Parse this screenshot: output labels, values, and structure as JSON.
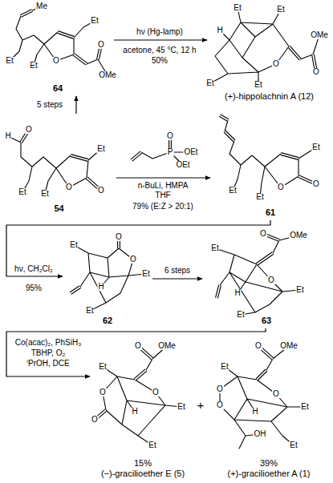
{
  "diagram": {
    "nodes": [
      {
        "text": [
          "64"
        ]
      },
      {
        "text": [
          "(+)-hippolachnin A (12)"
        ]
      },
      {
        "text": [
          "54"
        ]
      },
      {
        "text": [
          "61"
        ]
      },
      {
        "text": [
          "62"
        ]
      },
      {
        "text": [
          "63"
        ]
      },
      {
        "text": [
          "15%",
          "(−)-gracilioether E (5)"
        ]
      },
      {
        "text": [
          "39%",
          "(+)-gracilioether A (1)"
        ]
      }
    ],
    "edges": [
      {
        "from": 2,
        "to": 0,
        "arrow": "to",
        "label": "5 steps"
      },
      {
        "from": 0,
        "to": 1,
        "arrow": "to",
        "label": "hν (Hg-lamp)"
      },
      {
        "from": 2,
        "to": 3,
        "arrow": "to",
        "label": "n-BuLi, HMPA"
      },
      {
        "from": 3,
        "to": 4,
        "arrow": "to",
        "label": "hν, CH₂Cl₂"
      },
      {
        "from": 4,
        "to": 5,
        "arrow": "to",
        "label": "6 steps"
      },
      {
        "from": 5,
        "to": 6,
        "arrow": "to",
        "label": "Co(acac)₂, PhSiH₃"
      }
    ],
    "labels": [
      "Me",
      "Et",
      "Et",
      "O",
      "O",
      "Et",
      "OMe",
      "acetone, 45 °C, 12 h",
      "50%",
      "Et",
      "Et",
      "H",
      "OMe",
      "O",
      "Et",
      "O",
      "Et",
      "O",
      "H",
      "Et",
      "O",
      "O",
      "Et",
      "Et",
      "O",
      "P",
      "OEt",
      "OEt",
      "THF",
      "79% (E:Z > 20:1)",
      "Et",
      "O",
      "O",
      "Et",
      "Et",
      "95%",
      "O",
      "Et",
      "O",
      "Et",
      "H",
      "Et",
      "O",
      "OMe",
      "Et",
      "O",
      "Et",
      "H",
      "Et",
      "TBHP, O₂",
      "ⁱPrOH, DCE",
      "O",
      "OMe",
      "Et",
      "O",
      "O",
      "Et",
      "H",
      "O",
      "Et",
      "+",
      "O",
      "OMe",
      "Et",
      "O",
      "O",
      "O",
      "Et",
      "H",
      "OH",
      "Et"
    ]
  }
}
